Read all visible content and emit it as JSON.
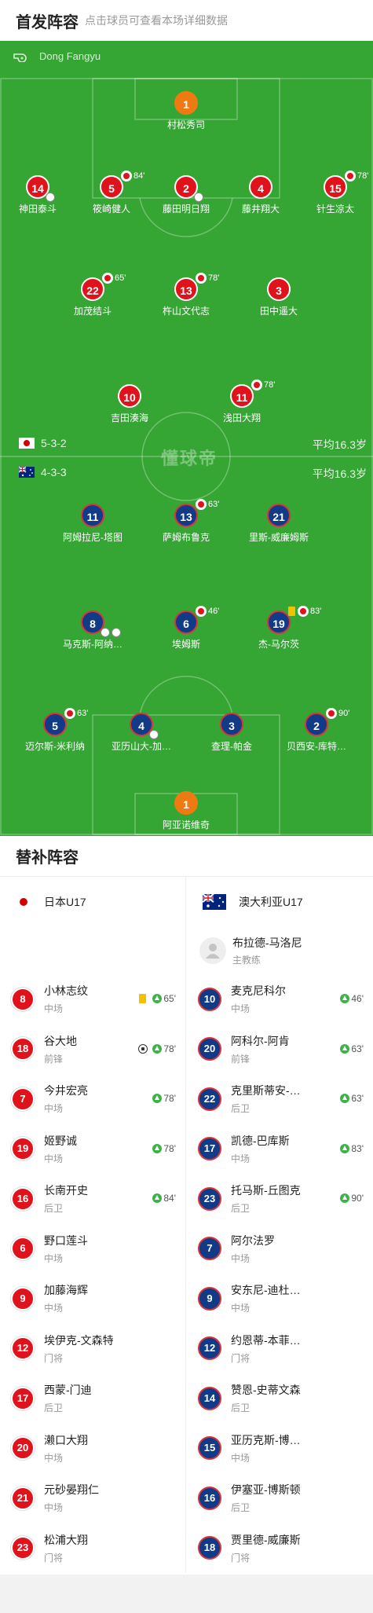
{
  "header": {
    "title": "首发阵容",
    "subtitle": "点击球员可查看本场详细数据"
  },
  "pitch": {
    "referee": "Dong Fangyu",
    "watermark": "懂球帝",
    "home_formation": "5-3-2",
    "home_age": "平均16.3岁",
    "away_formation": "4-3-3",
    "away_age": "平均16.3岁"
  },
  "home_players": [
    {
      "num": "1",
      "name": "村松秀司",
      "style": "orange"
    },
    {
      "num": "14",
      "name": "神田泰斗",
      "style": "red",
      "ball": true
    },
    {
      "num": "5",
      "name": "筱崎健人",
      "style": "red",
      "sub_min": "84'"
    },
    {
      "num": "2",
      "name": "藤田明日翔",
      "style": "red",
      "ball": true
    },
    {
      "num": "4",
      "name": "藤井翔大",
      "style": "red"
    },
    {
      "num": "15",
      "name": "针生凉太",
      "style": "red",
      "sub_min": "78'"
    },
    {
      "num": "22",
      "name": "加茂结斗",
      "style": "red",
      "sub_min": "65'"
    },
    {
      "num": "13",
      "name": "杵山文代志",
      "style": "red",
      "sub_min": "78'"
    },
    {
      "num": "3",
      "name": "田中遥大",
      "style": "red"
    },
    {
      "num": "10",
      "name": "吉田湊海",
      "style": "red"
    },
    {
      "num": "11",
      "name": "浅田大翔",
      "style": "red",
      "sub_min": "78'"
    }
  ],
  "away_players": [
    {
      "num": "11",
      "name": "阿姆拉尼-塔图",
      "style": "blue"
    },
    {
      "num": "13",
      "name": "萨姆布鲁克",
      "style": "blue",
      "sub_min": "63'"
    },
    {
      "num": "21",
      "name": "里斯-威廉姆斯",
      "style": "blue"
    },
    {
      "num": "8",
      "name": "马克斯-阿纳…",
      "style": "blue",
      "balls": 2
    },
    {
      "num": "6",
      "name": "埃姆斯",
      "style": "blue",
      "sub_min": "46'"
    },
    {
      "num": "19",
      "name": "杰-马尔茨",
      "style": "blue",
      "card": true,
      "sub_min": "83'"
    },
    {
      "num": "5",
      "name": "迈尔斯-米利纳",
      "style": "blue",
      "sub_min": "63'"
    },
    {
      "num": "4",
      "name": "亚历山大-加…",
      "style": "blue",
      "ball": true
    },
    {
      "num": "3",
      "name": "查理-帕金",
      "style": "blue"
    },
    {
      "num": "2",
      "name": "贝西安-库特…",
      "style": "blue",
      "sub_min": "90'"
    },
    {
      "num": "1",
      "name": "阿亚诺维奇",
      "style": "orange"
    }
  ],
  "subs": {
    "title": "替补阵容",
    "home_team": "日本U17",
    "away_team": "澳大利亚U17",
    "away_coach": {
      "name": "布拉德-马洛尼",
      "role": "主教练"
    },
    "home": [
      {
        "num": "8",
        "name": "小林志纹",
        "pos": "中场",
        "card": true,
        "in": "65'"
      },
      {
        "num": "18",
        "name": "谷大地",
        "pos": "前锋",
        "goal": true,
        "in": "78'"
      },
      {
        "num": "7",
        "name": "今井宏亮",
        "pos": "中场",
        "in": "78'"
      },
      {
        "num": "19",
        "name": "姬野诚",
        "pos": "中场",
        "in": "78'"
      },
      {
        "num": "16",
        "name": "长南开史",
        "pos": "后卫",
        "in": "84'"
      },
      {
        "num": "6",
        "name": "野口莲斗",
        "pos": "中场"
      },
      {
        "num": "9",
        "name": "加藤海辉",
        "pos": "中场"
      },
      {
        "num": "12",
        "name": "埃伊克-文森特",
        "pos": "门将"
      },
      {
        "num": "17",
        "name": "西蒙-门迪",
        "pos": "后卫"
      },
      {
        "num": "20",
        "name": "濑口大翔",
        "pos": "中场"
      },
      {
        "num": "21",
        "name": "元砂晏翔仁",
        "pos": "中场"
      },
      {
        "num": "23",
        "name": "松浦大翔",
        "pos": "门将"
      }
    ],
    "away": [
      {
        "num": "10",
        "name": "麦克尼科尔",
        "pos": "中场",
        "in": "46'"
      },
      {
        "num": "20",
        "name": "阿科尔-阿肯",
        "pos": "前锋",
        "in": "63'"
      },
      {
        "num": "22",
        "name": "克里斯蒂安-…",
        "pos": "后卫",
        "in": "63'"
      },
      {
        "num": "17",
        "name": "凯德-巴库斯",
        "pos": "中场",
        "in": "83'"
      },
      {
        "num": "23",
        "name": "托马斯-丘图克",
        "pos": "后卫",
        "in": "90'"
      },
      {
        "num": "7",
        "name": "阿尔法罗",
        "pos": "中场"
      },
      {
        "num": "9",
        "name": "安东尼-迪杜…",
        "pos": "中场"
      },
      {
        "num": "12",
        "name": "约恩蒂-本菲…",
        "pos": "门将"
      },
      {
        "num": "14",
        "name": "赞恩-史蒂文森",
        "pos": "后卫"
      },
      {
        "num": "15",
        "name": "亚历克斯-博…",
        "pos": "中场"
      },
      {
        "num": "16",
        "name": "伊塞亚-博斯顿",
        "pos": "后卫"
      },
      {
        "num": "18",
        "name": "贾里德-威廉斯",
        "pos": "门将"
      }
    ]
  },
  "colors": {
    "pitch": "#35a534",
    "home": "#e0121b",
    "away": "#113b86",
    "gk": "#f07a12",
    "in_arrow": "#3db14a"
  }
}
